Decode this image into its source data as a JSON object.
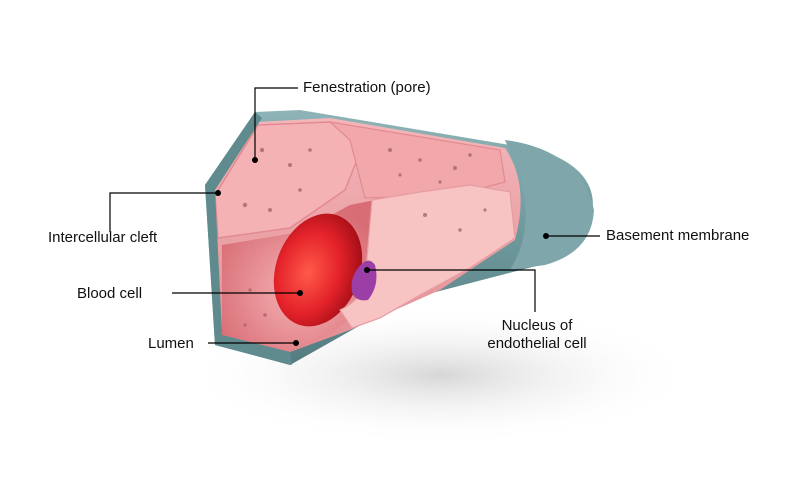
{
  "labels": {
    "fenestration": "Fenestration (pore)",
    "intercellular_cleft": "Intercellular cleft",
    "blood_cell": "Blood cell",
    "lumen": "Lumen",
    "basement_membrane": "Basement membrane",
    "nucleus_line1": "Nucleus of",
    "nucleus_line2": "endothelial cell"
  },
  "colors": {
    "membrane": "#6f9a9e",
    "endothelium": "#f1a9ad",
    "blood_cell": "#e8262b",
    "nucleus": "#9b3ea6",
    "leader_line": "#000000"
  }
}
